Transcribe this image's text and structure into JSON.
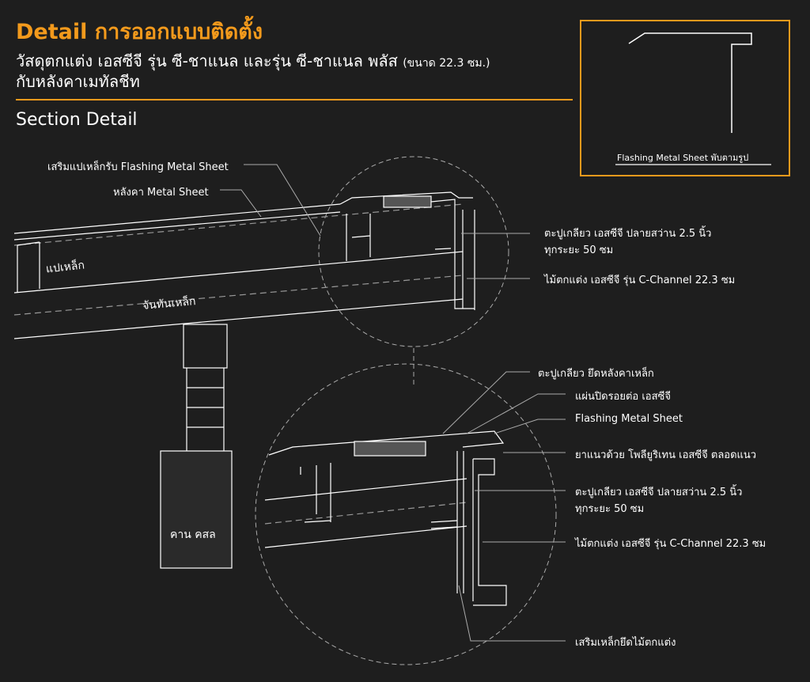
{
  "header": {
    "title": "Detail การออกแบบติดตั้ง",
    "subtitle_main": "วัสดุตกแต่ง เอสซีจี รุ่น ซี-ชาแนล และรุ่น ซี-ชาแนล พลัส",
    "subtitle_size": "(ขนาด 22.3 ซม.)",
    "subtitle_line2": "กับหลังคาเมทัลชีท",
    "section": "Section Detail"
  },
  "inset": {
    "label": "Flashing Metal Sheet พับตามรูป"
  },
  "labels_main": {
    "flashing_reinforce": "เสริมแปเหล็กรับ Flashing Metal Sheet",
    "roof_metal": "หลังคา Metal Sheet",
    "purlin": "แปเหล็ก",
    "rafter": "จันทันเหล็ก",
    "beam": "คาน คสล",
    "screw1_line1": "ตะปูเกลียว เอสซีจี ปลายสว่าน 2.5 นิ้ว",
    "screw1_line2": "ทุกระยะ 50 ซม",
    "trim1": "ไม้ตกแต่ง เอสซีจี รุ่น C-Channel 22.3 ซม"
  },
  "labels_detail": {
    "screw_roof": "ตะปูเกลียว ยึดหลังคาเหล็ก",
    "joint_plate": "แผ่นปิดรอยต่อ เอสซีจี",
    "flashing": "Flashing Metal Sheet",
    "sealant": "ยาแนวด้วย โพลียูริเทน เอสซีจี ตลอดแนว",
    "screw2_line1": "ตะปูเกลียว เอสซีจี ปลายสว่าน 2.5 นิ้ว",
    "screw2_line2": "ทุกระยะ 50 ซม",
    "trim2": "ไม้ตกแต่ง เอสซีจี รุ่น C-Channel 22.3 ซม",
    "steel_reinforce": "เสริมเหล็กยึดไม้ตกแต่ง"
  },
  "colors": {
    "accent": "#f39a1c",
    "background": "#1e1e1e",
    "line": "#ffffff"
  }
}
